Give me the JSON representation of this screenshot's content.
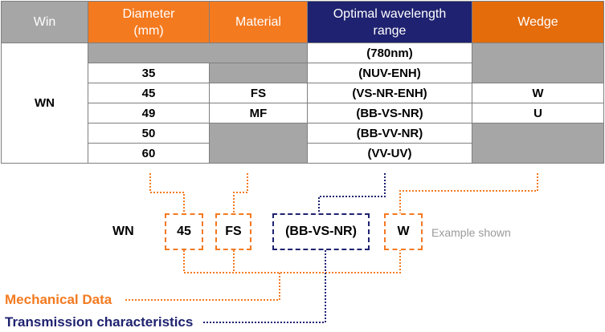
{
  "headers": {
    "win": "Win",
    "diameter": "Diameter\n(mm)",
    "material": "Material",
    "wavelength": "Optimal wavelength\nrange",
    "wedge": "Wedge"
  },
  "win_value": "WN",
  "diameters": [
    "35",
    "45",
    "49",
    "50",
    "60"
  ],
  "materials": [
    "FS",
    "MF"
  ],
  "wavelengths": [
    "(780nm)",
    "(NUV-ENH)",
    "(VS-NR-ENH)",
    "(BB-VS-NR)",
    "(BB-VV-NR)",
    "(VV-UV)"
  ],
  "wedges": [
    "W",
    "U"
  ],
  "example": {
    "prefix": "WN",
    "diameter": "45",
    "material": "FS",
    "wavelength": "(BB-VS-NR)",
    "wedge": "W",
    "note": "Example shown"
  },
  "labels": {
    "mechanical": "Mechanical Data",
    "transmission": "Transmission characteristics"
  },
  "colors": {
    "orange": "#f47a20",
    "dark_orange": "#e46c0a",
    "navy": "#1f2270",
    "gray": "#a6a6a6"
  }
}
